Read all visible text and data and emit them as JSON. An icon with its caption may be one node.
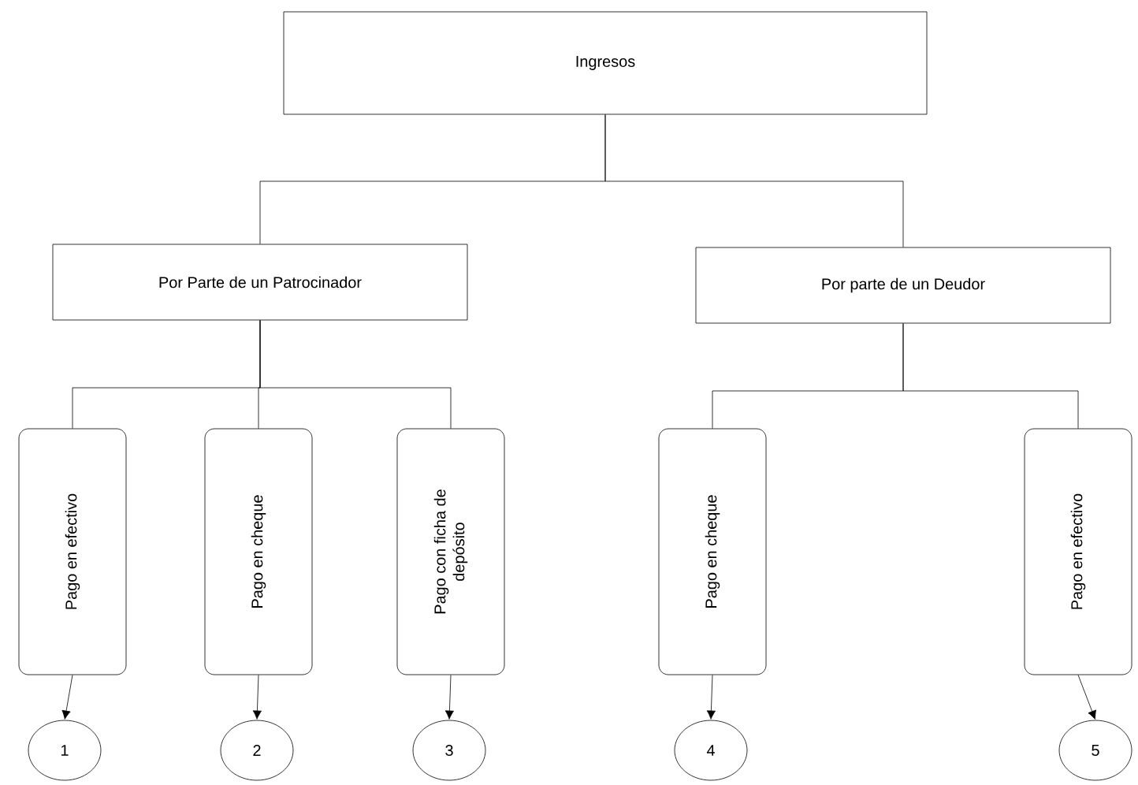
{
  "diagram": {
    "nodes": [
      {
        "text": [
          "Ingresos"
        ]
      },
      {
        "text": [
          "Por Parte de un Patrocinador"
        ]
      },
      {
        "text": [
          "Por parte de un Deudor"
        ]
      },
      {
        "text": [
          "Pago en efectivo"
        ]
      },
      {
        "text": [
          "Pago en cheque"
        ]
      },
      {
        "text": [
          "Pago con ficha de depósito"
        ]
      },
      {
        "text": [
          "Pago en cheque"
        ]
      },
      {
        "text": [
          "Pago en efectivo"
        ]
      },
      {
        "text": [
          "1"
        ]
      },
      {
        "text": [
          "2"
        ]
      },
      {
        "text": [
          "3"
        ]
      },
      {
        "text": [
          "4"
        ]
      },
      {
        "text": [
          "5"
        ]
      }
    ],
    "edges": [
      {
        "from": 0,
        "to": 1,
        "arrow": "none"
      },
      {
        "from": 0,
        "to": 2,
        "arrow": "none"
      },
      {
        "from": 1,
        "to": 3,
        "arrow": "none"
      },
      {
        "from": 1,
        "to": 4,
        "arrow": "none"
      },
      {
        "from": 1,
        "to": 5,
        "arrow": "none"
      },
      {
        "from": 2,
        "to": 6,
        "arrow": "none"
      },
      {
        "from": 2,
        "to": 7,
        "arrow": "none"
      },
      {
        "from": 3,
        "to": 8,
        "arrow": "to"
      },
      {
        "from": 4,
        "to": 9,
        "arrow": "to"
      },
      {
        "from": 5,
        "to": 10,
        "arrow": "to"
      },
      {
        "from": 6,
        "to": 11,
        "arrow": "to"
      },
      {
        "from": 7,
        "to": 12,
        "arrow": "to"
      }
    ]
  }
}
